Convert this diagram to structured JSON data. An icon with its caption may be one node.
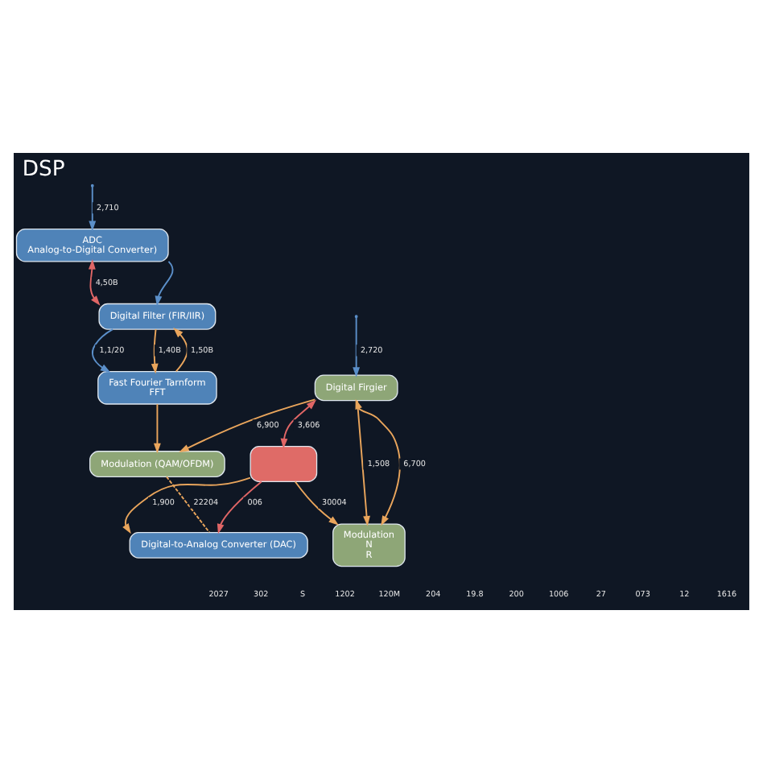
{
  "diagram": {
    "title": "DSP",
    "nodes": [
      {
        "text": [
          "ADC",
          "Analog-to-Digital Converter)"
        ]
      },
      {
        "text": [
          "Digital Filter (FIR/IIR)"
        ]
      },
      {
        "text": [
          "Fast Fourier Tarnform",
          "FFT"
        ]
      },
      {
        "text": [
          "Digital Firgier"
        ]
      },
      {
        "text": [
          "Modulation (QAM/OFDM)"
        ]
      },
      {
        "text": [
          "Modulation",
          "N",
          "R"
        ]
      },
      {
        "text": [],
        "shape": "box"
      },
      {
        "text": [
          "Digital-to-Analog Converter (DAC)"
        ]
      }
    ],
    "edges": [
      {
        "from": null,
        "to": 0,
        "arrow": "to",
        "label": "2,710",
        "color": "#5b8fc9"
      },
      {
        "from": null,
        "to": 3,
        "arrow": "to",
        "label": "2,720",
        "color": "#5b8fc9"
      },
      {
        "from": 0,
        "to": 1,
        "arrow": "to",
        "color": "#5b8fc9"
      },
      {
        "from": 1,
        "to": 2,
        "arrow": "to",
        "label": "1,1/20",
        "color": "#5b8fc9"
      },
      {
        "from": 0,
        "to": 1,
        "arrow": "both",
        "label": "4,50B",
        "color": "#e06666"
      },
      {
        "from": 1,
        "to": 2,
        "arrow": "to",
        "label": "1,40B"
      },
      {
        "from": 2,
        "to": 1,
        "arrow": "to",
        "label": "1,50B"
      },
      {
        "from": 2,
        "to": 4,
        "arrow": "to"
      },
      {
        "from": 3,
        "to": 4,
        "arrow": "to",
        "label": "6,900"
      },
      {
        "from": 3,
        "to": 5,
        "arrow": "to",
        "label": "1,508"
      },
      {
        "from": 3,
        "to": 5,
        "arrow": "both",
        "label": "6,700"
      },
      {
        "from": 4,
        "to": 7,
        "arrow": "none",
        "label": "22204",
        "style": "dashed"
      },
      {
        "from": 3,
        "to": 6,
        "arrow": "both",
        "label": "3,606",
        "color": "#e06666"
      },
      {
        "from": 6,
        "to": 5,
        "arrow": "to",
        "label": "30004"
      },
      {
        "from": 6,
        "to": 7,
        "arrow": "to",
        "label": "1,900"
      },
      {
        "from": 6,
        "to": 7,
        "arrow": "to",
        "label": "006",
        "color": "#e06666"
      }
    ],
    "labels": [
      "2027",
      "302",
      "S",
      "1202",
      "120M",
      "204",
      "19.8",
      "200",
      "1006",
      "27",
      "073",
      "12",
      "1616"
    ]
  }
}
